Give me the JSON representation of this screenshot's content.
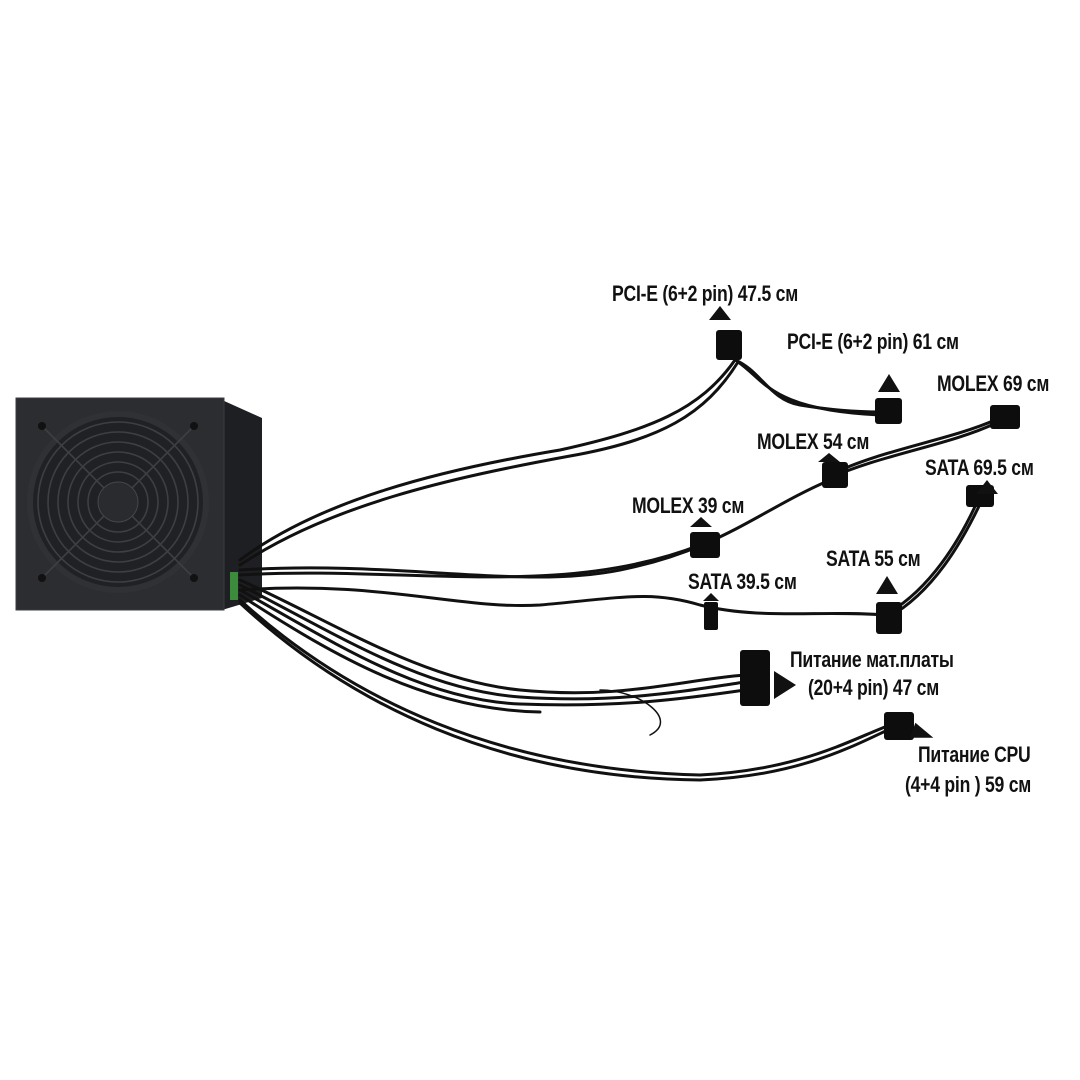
{
  "product": "power-supply-unit",
  "labels": {
    "pcie_1": "PCI-E (6+2 pin) 47.5 см",
    "pcie_2": "PCI-E (6+2 pin) 61 см",
    "molex_69": "MOLEX 69 см",
    "molex_54": "MOLEX 54 см",
    "sata_695": "SATA 69.5 см",
    "molex_39": "MOLEX 39 см",
    "sata_55": "SATA 55 см",
    "sata_395": "SATA 39.5 см",
    "mobo_line1": "Питание мат.платы",
    "mobo_line2": "(20+4 pin) 47 см",
    "cpu_line1": "Питание CPU",
    "cpu_line2": "(4+4 pin ) 59 см"
  },
  "colors": {
    "psu_body": "#2b2d31",
    "cable": "#111111",
    "label": "#111111"
  }
}
